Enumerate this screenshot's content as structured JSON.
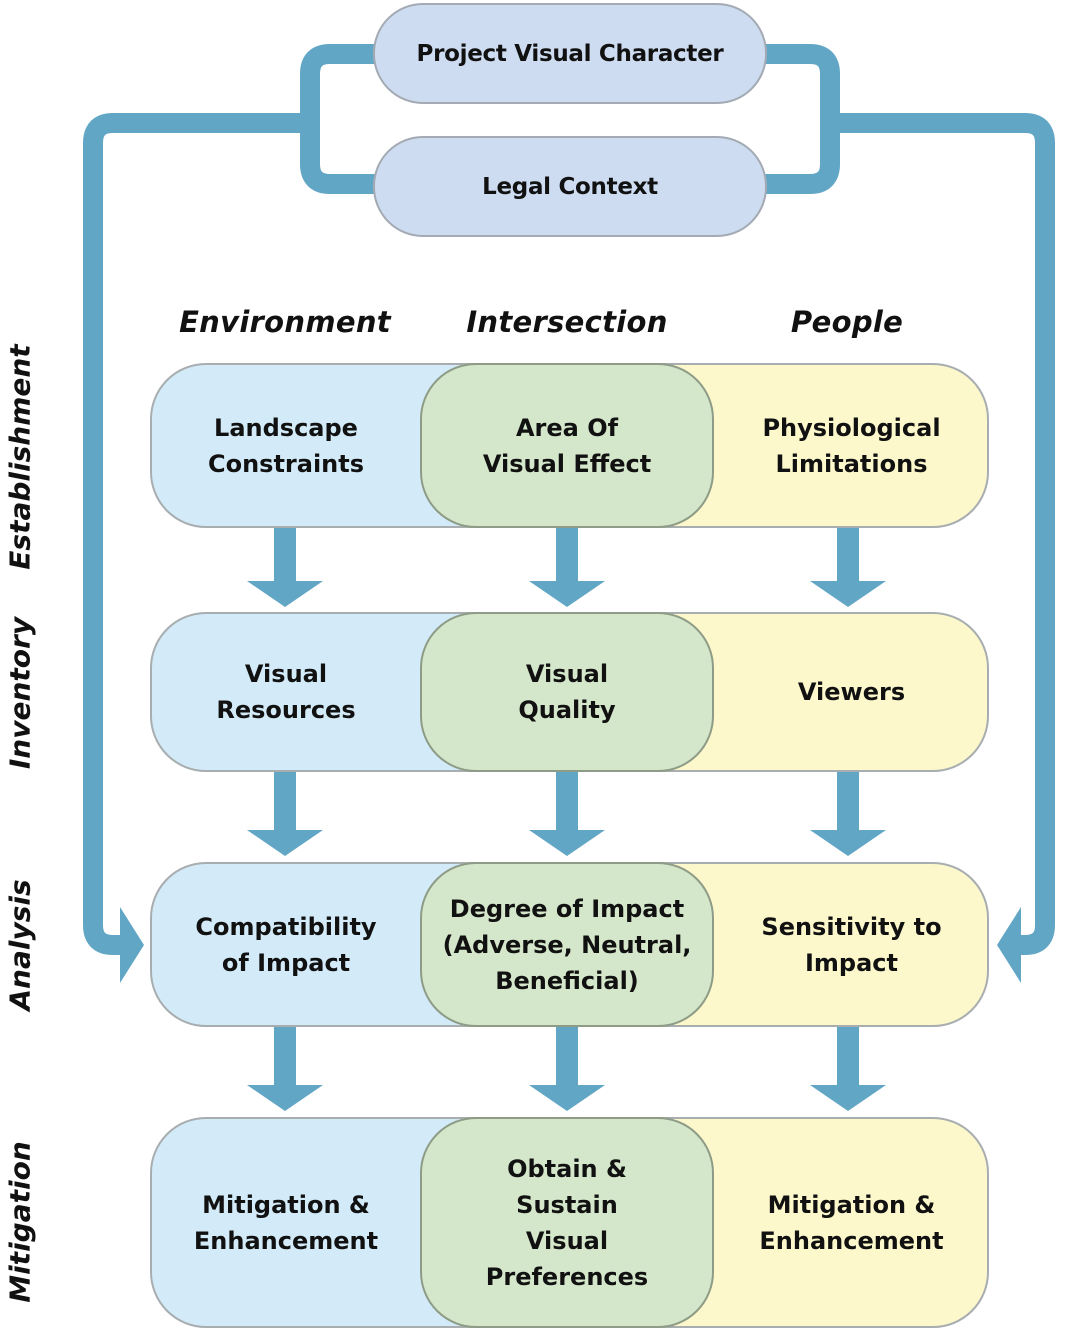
{
  "diagram": {
    "top_nodes": [
      {
        "id": "project-visual-character",
        "label": "Project Visual Character"
      },
      {
        "id": "legal-context",
        "label": "Legal Context"
      }
    ],
    "columns": [
      "Environment",
      "Intersection",
      "People"
    ],
    "phases": [
      {
        "label": "Establishment",
        "cells": [
          "Landscape\nConstraints",
          "Area Of\nVisual Effect",
          "Physiological\nLimitations"
        ]
      },
      {
        "label": "Inventory",
        "cells": [
          "Visual\nResources",
          "Visual\nQuality",
          "Viewers"
        ]
      },
      {
        "label": "Analysis",
        "cells": [
          "Compatibility\nof Impact",
          "Degree of Impact\n(Adverse, Neutral,\nBeneficial)",
          "Sensitivity to\nImpact"
        ]
      },
      {
        "label": "Mitigation",
        "cells": [
          "Mitigation &\nEnhancement",
          "Obtain &\nSustain\nVisual\nPreferences",
          "Mitigation &\nEnhancement"
        ]
      }
    ],
    "flows": [
      {
        "from": "top_nodes",
        "to": "Analysis.Environment",
        "side": "left"
      },
      {
        "from": "top_nodes",
        "to": "Analysis.People",
        "side": "right"
      },
      {
        "from": "Establishment",
        "to": "Inventory",
        "per_column": true
      },
      {
        "from": "Inventory",
        "to": "Analysis",
        "per_column": true
      },
      {
        "from": "Analysis",
        "to": "Mitigation",
        "per_column": true
      }
    ]
  },
  "colors": {
    "connector": "#62a6c5",
    "top_node_fill": "#cddcf0",
    "environment_fill": "#d3ebf8",
    "intersection_fill": "#d4e7ca",
    "people_fill": "#fcf8cc"
  }
}
